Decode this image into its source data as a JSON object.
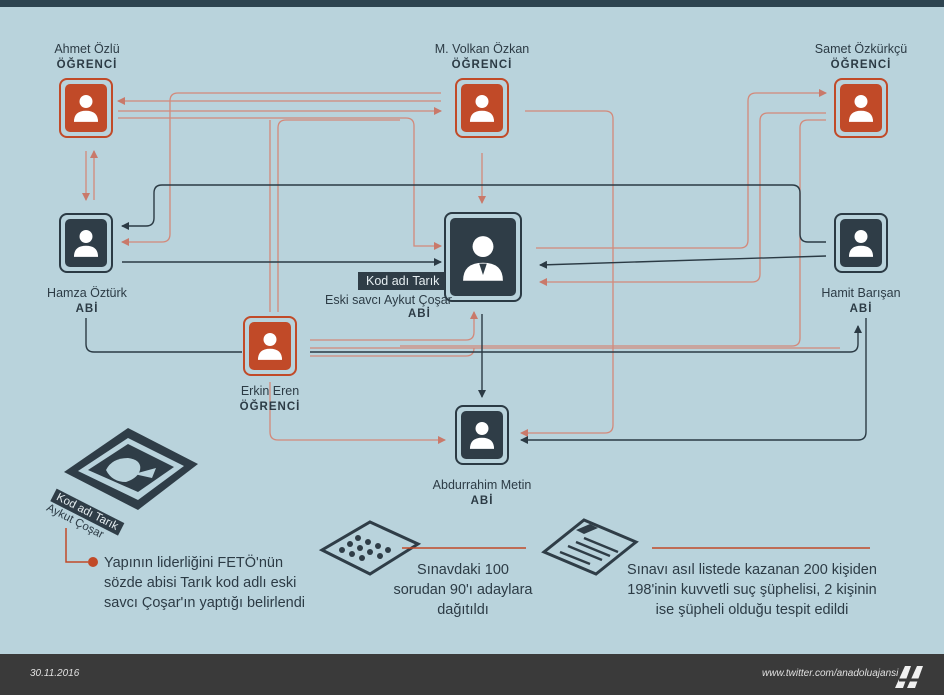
{
  "nodes": {
    "ahmet": {
      "name": "Ahmet Özlü",
      "role": "ÖĞRENCİ",
      "kind": "ogrenci"
    },
    "volkan": {
      "name": "M. Volkan Özkan",
      "role": "ÖĞRENCİ",
      "kind": "ogrenci"
    },
    "samet": {
      "name": "Samet Özkürkçü",
      "role": "ÖĞRENCİ",
      "kind": "ogrenci"
    },
    "hamza": {
      "name": "Hamza Öztürk",
      "role": "ABİ",
      "kind": "abi"
    },
    "center": {
      "tag": "Kod adı Tarık",
      "name": "Eski savcı Aykut Çoşar",
      "role": "ABİ",
      "kind": "abi"
    },
    "hamit": {
      "name": "Hamit Barışan",
      "role": "ABİ",
      "kind": "abi"
    },
    "erkin": {
      "name": "Erkin Eren",
      "role": "ÖĞRENCİ",
      "kind": "ogrenci"
    },
    "abdurrahim": {
      "name": "Abdurrahim Metin",
      "role": "ABİ",
      "kind": "abi"
    }
  },
  "card": {
    "line1": "Kod adı Tarık",
    "line2": "Aykut Çoşar"
  },
  "notes": [
    {
      "text": "Yapının liderliğini FETÖ'nün sözde abisi Tarık kod adlı eski savcı Çoşar'ın yaptığı belirlendi",
      "icon": "bullet-dot-icon"
    },
    {
      "text": "Sınavdaki 100 sorudan 90'ı adaylara dağıtıldı",
      "icon": "answer-sheet-icon"
    },
    {
      "text": "Sınavı asıl listede kazanan 200 kişiden 198'inin kuvvetli suç şüphelisi, 2 kişinin ise şüpheli olduğu tespit edildi",
      "icon": "clipboard-icon"
    }
  ],
  "footer": {
    "date": "30.11.2016",
    "url": "www.twitter.com/anadoluajansi",
    "logo": "AA"
  },
  "colors": {
    "background": "#b9d3dc",
    "ogrenci": "#c14a28",
    "abi": "#2f3d47",
    "link_light": "#d3897a",
    "link_dark": "#2b3a44"
  }
}
